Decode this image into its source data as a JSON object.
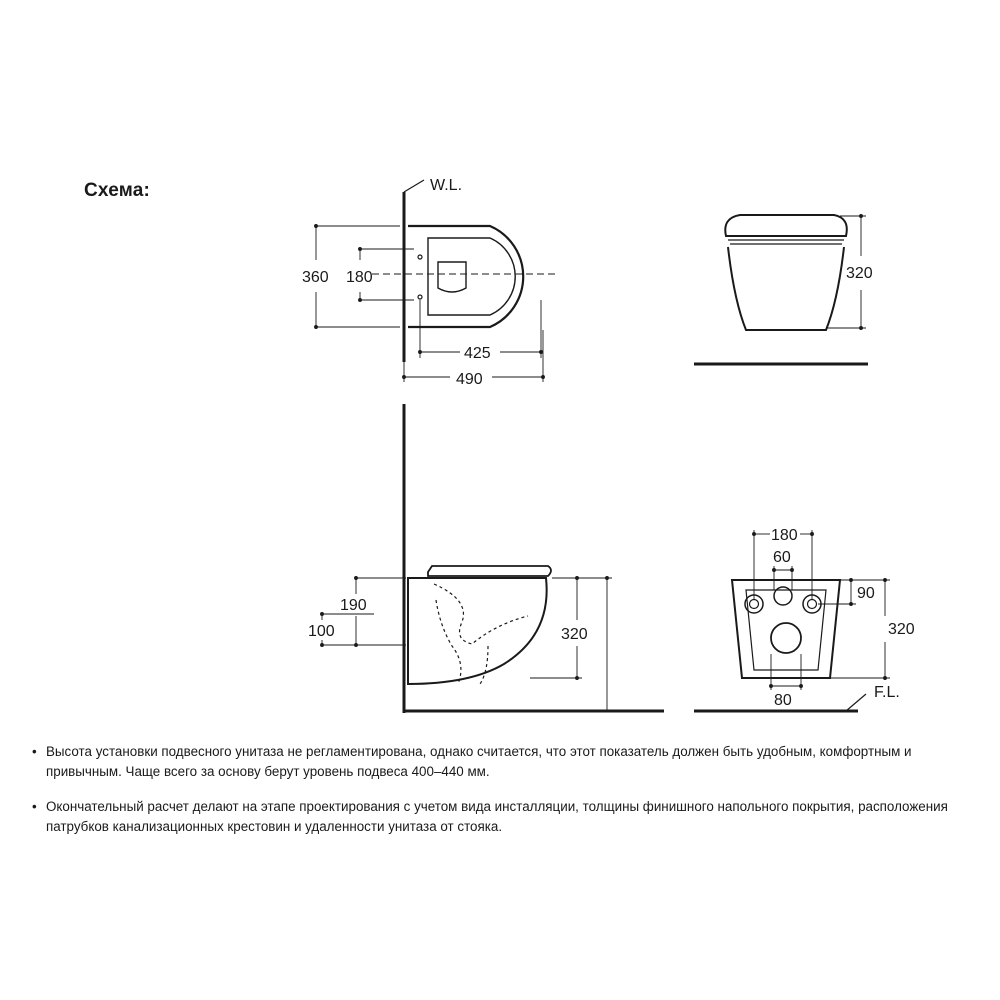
{
  "heading": "Схема:",
  "labels": {
    "wall_line": "W.L.",
    "floor_line": "F.L."
  },
  "dimensions": {
    "top_view": {
      "total_width": "360",
      "mounting_holes": "180",
      "bowl_length": "425",
      "total_length": "490"
    },
    "front_view": {
      "height": "320"
    },
    "side_view": {
      "bolt_height": "190",
      "outlet_height": "100",
      "height": "320"
    },
    "back_view": {
      "bolt_spacing": "180",
      "inlet_width": "60",
      "bolt_offset": "90",
      "height": "320",
      "outlet_width": "80"
    }
  },
  "notes": [
    {
      "bullet": "•",
      "text": "Высота установки подвесного унитаза не регламентирована, однако считается, что этот показатель должен быть удобным, комфортным и привычным. Чаще всего за основу берут уровень подвеса 400–440 мм."
    },
    {
      "bullet": "•",
      "text": "Окончательный расчет делают на этапе проектирования с учетом вида инсталляции, толщины финишного напольного покрытия, расположения патрубков канализационных крестовин и удаленности унитаза от стояка."
    }
  ]
}
